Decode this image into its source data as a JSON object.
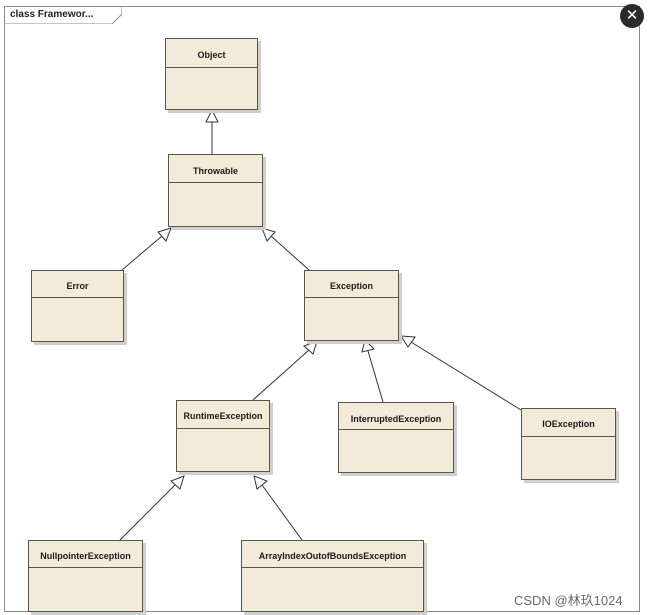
{
  "frame": {
    "title": "class Framewor..."
  },
  "classes": {
    "object": "Object",
    "throwable": "Throwable",
    "error": "Error",
    "exception": "Exception",
    "runtime_exception": "RuntimeException",
    "interrupted_exception": "InterruptedException",
    "io_exception": "IOException",
    "nullpointer_exception": "NullpointerException",
    "array_index_exception": "ArrayIndexOutofBoundsException"
  },
  "watermark": "CSDN @林玖1024",
  "icons": {
    "close": "close-icon"
  },
  "colors": {
    "class_fill": "#f3ead9",
    "class_border": "#5b5545"
  }
}
